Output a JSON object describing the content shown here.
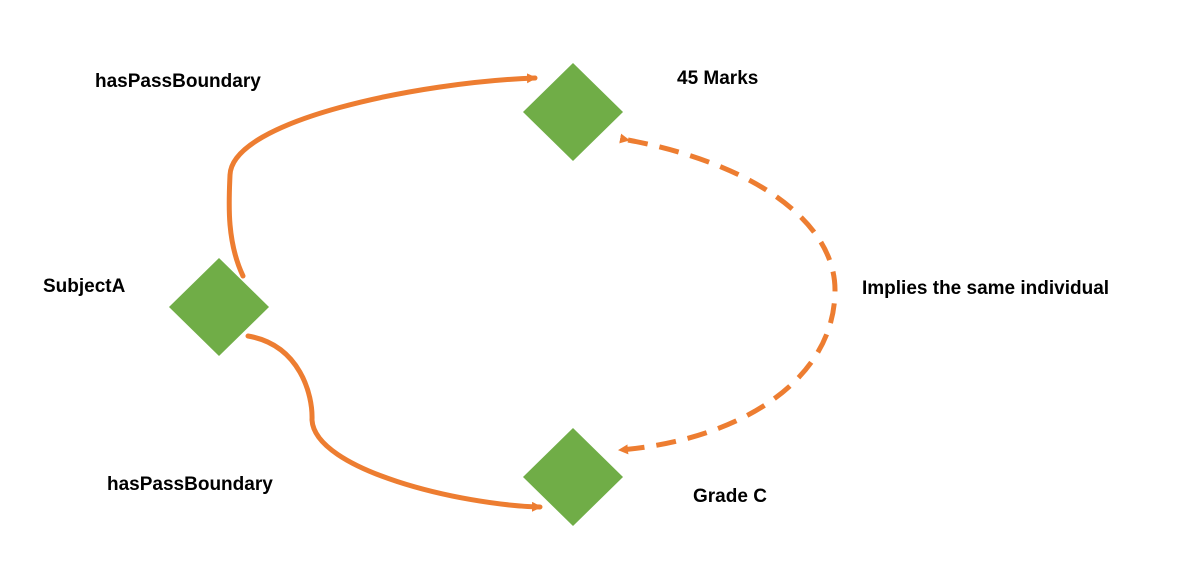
{
  "nodes": {
    "subject": {
      "label": "SubjectA"
    },
    "marks": {
      "label": "45 Marks"
    },
    "grade": {
      "label": "Grade C"
    }
  },
  "edges": {
    "top": {
      "label": "hasPassBoundary"
    },
    "bottom": {
      "label": "hasPassBoundary"
    },
    "same": {
      "label": "Implies the same individual"
    }
  },
  "colors": {
    "node": "#70AD47",
    "edge": "#ED7D31",
    "text": "#000000"
  }
}
